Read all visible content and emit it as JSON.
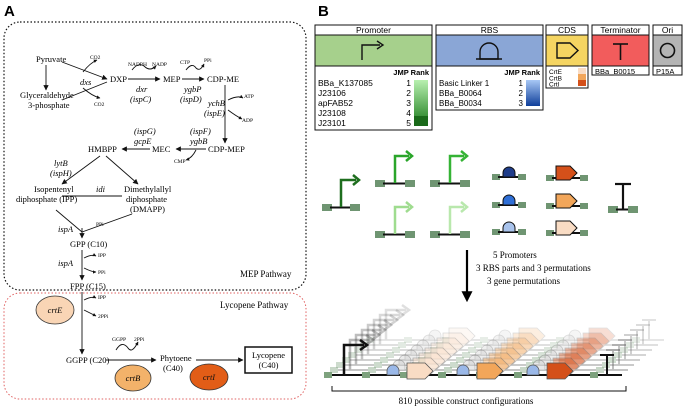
{
  "panel_a": {
    "letter": "A",
    "pathway_label": "MEP Pathway",
    "lycopene_label": "Lycopene Pathway",
    "compounds": {
      "pyruvate": "Pyruvate",
      "g3p_1": "Glyceraldehyde",
      "g3p_2": "3-phosphate",
      "dxp": "DXP",
      "mep": "MEP",
      "cdpme": "CDP-ME",
      "cdpmep": "CDP-MEP",
      "mec": "MEC",
      "hmbpp": "HMBPP",
      "ipp_1": "Isopentenyl",
      "ipp_2": "diphosphate (IPP)",
      "dmapp_1": "Dimethylallyl",
      "dmapp_2": "diphosphate",
      "dmapp_3": "(DMAPP)",
      "gpp": "GPP (C10)",
      "fpp": "FPP (C15)",
      "ggpp": "GGPP (C20)",
      "phytoene_1": "Phytoene",
      "phytoene_2": "(C40)",
      "lycopene_1": "Lycopene",
      "lycopene_2": "(C40)"
    },
    "genes": {
      "dxs": "dxs",
      "dxr": "dxr",
      "ispC": "(ispC)",
      "ygbP": "ygbP",
      "ispD": "(ispD)",
      "ychB": "ychB",
      "ispE": "(ispE)",
      "ispF": "(ispF)",
      "ygbB": "ygbB",
      "ispG": "(ispG)",
      "gcpE": "gcpE",
      "lytB": "lytB",
      "ispH": "(ispH)",
      "idi": "idi",
      "ispA1": "ispA",
      "ispA2": "ispA",
      "crtE": "crtE",
      "crtB": "crtB",
      "crtI": "crtI"
    },
    "cofactors": {
      "co2_a": "CO2",
      "co2_b": "CO2",
      "nadph": "NADPH",
      "nadp": "NADP",
      "ctp": "CTP",
      "ppi_a": "PPi",
      "atp": "ATP",
      "adp": "ADP",
      "cmp": "CMP",
      "ppi_b": "PPi",
      "ipp_a": "IPP",
      "ppi_c": "PPi",
      "ipp_b": "IPP",
      "ppi_d": "2PPi",
      "ggpp_in": "GGPP",
      "ppi_e": "2PPi"
    }
  },
  "panel_b": {
    "letter": "B",
    "promoter": {
      "title": "Promoter",
      "rank_header": "JMP Rank",
      "parts": [
        "BBa_K137085",
        "J23106",
        "apFAB52",
        "J23108",
        "J23101"
      ],
      "ranks": [
        "1",
        "2",
        "3",
        "4",
        "5"
      ]
    },
    "rbs": {
      "title": "RBS",
      "rank_header": "JMP Rank",
      "parts": [
        "Basic Linker 1",
        "BBa_B0064",
        "BBa_B0034"
      ],
      "ranks": [
        "1",
        "2",
        "3"
      ]
    },
    "cds": {
      "title": "CDS",
      "parts": [
        "CrtE",
        "CrtB",
        "CrtI"
      ]
    },
    "terminator": {
      "title": "Terminator",
      "parts": [
        "BBa_B0015"
      ]
    },
    "ori": {
      "title": "Ori",
      "parts": [
        "P15A"
      ]
    },
    "summary_lines": [
      "5 Promoters",
      "3  RBS parts and 3 permutations",
      "3 gene permutations"
    ],
    "footer": "810 possible construct configurations"
  },
  "colors": {
    "promoter": "#a6d08c",
    "rbs": "#8aa6d6",
    "cds": "#f5d562",
    "terminator": "#f25c5c",
    "ori": "#b4b4b4",
    "dark_green": "#1e6e1e",
    "green": "#35b335",
    "light_green": "#9fdc8f",
    "orange_dark": "#d4501a",
    "orange": "#f2a65a",
    "peach": "#f9dcc4",
    "connector": "#6a8f6a",
    "lycopene_ellipse": "#e25d17"
  }
}
